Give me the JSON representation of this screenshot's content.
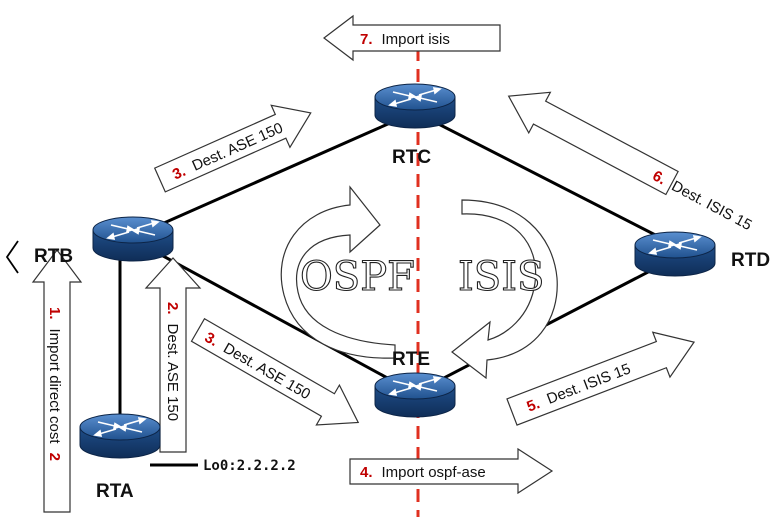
{
  "routers": {
    "rta": {
      "label": "RTA"
    },
    "rtb": {
      "label": "RTB"
    },
    "rtc": {
      "label": "RTC"
    },
    "rtd": {
      "label": "RTD"
    },
    "rte": {
      "label": "RTE"
    }
  },
  "loopback": "Lo0:2.2.2.2",
  "protocols": {
    "left": "OSPF",
    "right": "ISIS"
  },
  "steps": {
    "s1": {
      "num": "1.",
      "text": "Import direct cost",
      "tail": "2"
    },
    "s2": {
      "num": "2.",
      "text": "Dest. ASE 150"
    },
    "s3a": {
      "num": "3.",
      "text": "Dest. ASE 150"
    },
    "s3b": {
      "num": "3.",
      "text": "Dest. ASE 150"
    },
    "s4": {
      "num": "4.",
      "text": "Import ospf-ase"
    },
    "s5": {
      "num": "5.",
      "text": "Dest. ISIS 15"
    },
    "s6": {
      "num": "6.",
      "text": "Dest. ISIS 15"
    },
    "s7": {
      "num": "7.",
      "text": "Import isis"
    }
  },
  "colors": {
    "router_fill": "#1f4e89",
    "number_red": "#c00000",
    "divider_red": "#e03020"
  }
}
